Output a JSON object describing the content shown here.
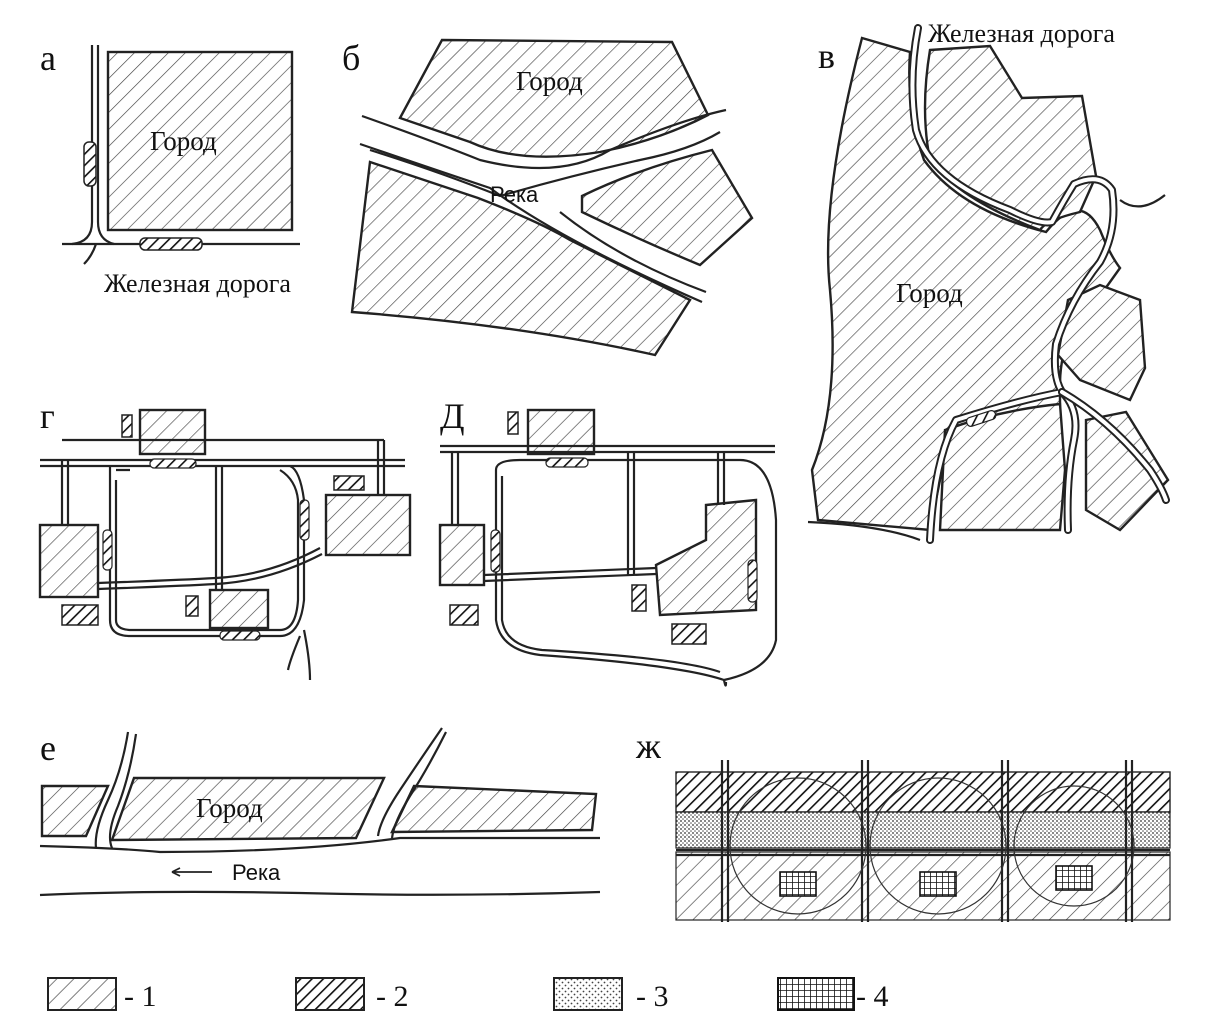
{
  "panels": {
    "a": {
      "letter": "а",
      "city": "Город",
      "railway": "Железная дорога"
    },
    "b": {
      "letter": "б",
      "city": "Город",
      "river": "Река"
    },
    "v": {
      "letter": "в",
      "city": "Город",
      "railway": "Железная дорога"
    },
    "g": {
      "letter": "г"
    },
    "d": {
      "letter": "Д"
    },
    "e": {
      "letter": "е",
      "city": "Город",
      "river": "Река"
    },
    "zh": {
      "letter": "ж"
    }
  },
  "legend": [
    {
      "label": "- 1",
      "pattern": "hatch-1"
    },
    {
      "label": "- 2",
      "pattern": "hatch-2"
    },
    {
      "label": "- 3",
      "pattern": "dots-3"
    },
    {
      "label": "- 4",
      "pattern": "grid-4"
    }
  ],
  "colors": {
    "ink": "#222222",
    "paper": "#ffffff"
  }
}
